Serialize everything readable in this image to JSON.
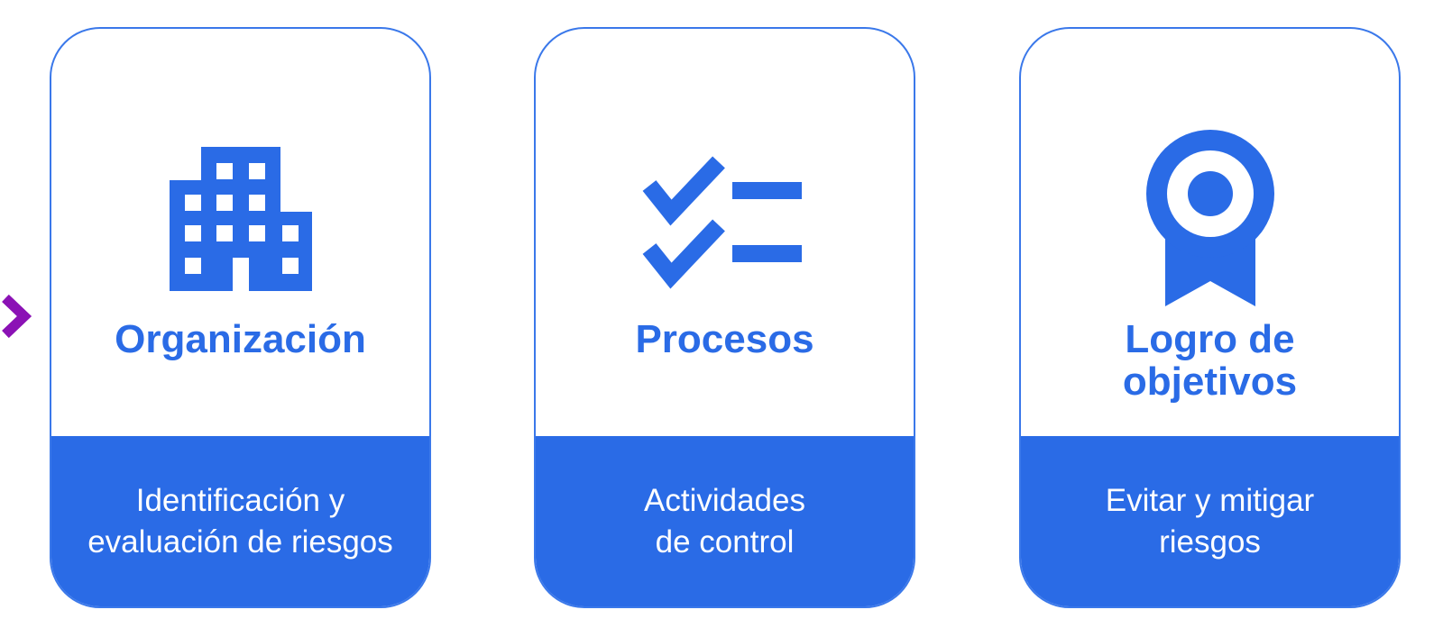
{
  "diagram": {
    "type": "process-flow",
    "direction": "left-to-right",
    "step_count": 3
  },
  "colors": {
    "primary_blue": "#2A6BE6",
    "card_border_blue": "#3A78EA",
    "arrow_purple": "#8B12B5",
    "card_background": "#FFFFFF",
    "page_background": "#FFFFFF",
    "footer_text": "#FFFFFF"
  },
  "cards": [
    {
      "icon": "building-icon",
      "title_lines": [
        "Organización"
      ],
      "footer_lines": [
        "Identificación y",
        "evaluación de riesgos"
      ]
    },
    {
      "icon": "checklist-icon",
      "title_lines": [
        "Procesos"
      ],
      "footer_lines": [
        "Actividades",
        "de control"
      ]
    },
    {
      "icon": "medal-icon",
      "title_lines": [
        "Logro de",
        "objetivos"
      ],
      "footer_lines": [
        "Evitar y mitigar",
        "riesgos"
      ]
    }
  ],
  "arrows": [
    {
      "icon": "chevron-right-icon"
    },
    {
      "icon": "chevron-right-icon"
    }
  ]
}
